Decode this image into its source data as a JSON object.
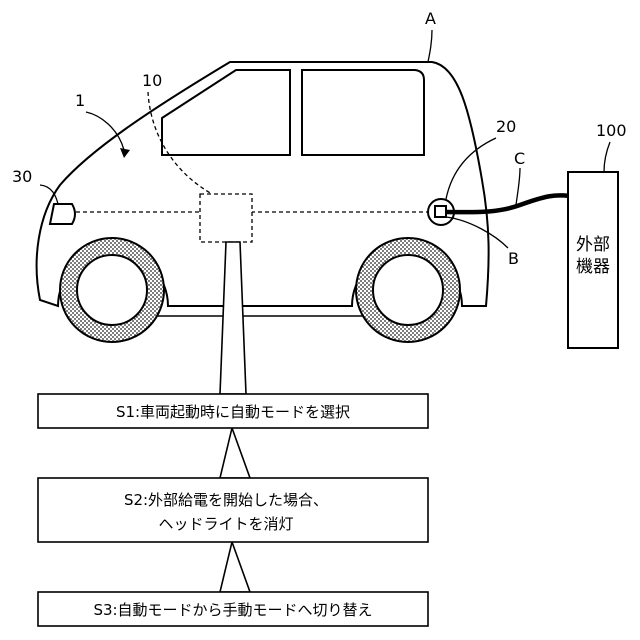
{
  "labels": {
    "vehicle": "A",
    "car_body": "1",
    "controller": "10",
    "charge_port": "20",
    "headlight": "30",
    "cable": "C",
    "connector": "B",
    "external_device_ref": "100"
  },
  "external_device": {
    "line1": "外部",
    "line2": "機器"
  },
  "steps": {
    "s1": {
      "line1": "S1:車両起動時に自動モードを選択"
    },
    "s2": {
      "line1": "S2:外部給電を開始した場合、",
      "line2": "ヘッドライトを消灯"
    },
    "s3": {
      "line1": "S3:自動モードから手動モードへ切り替え"
    }
  }
}
